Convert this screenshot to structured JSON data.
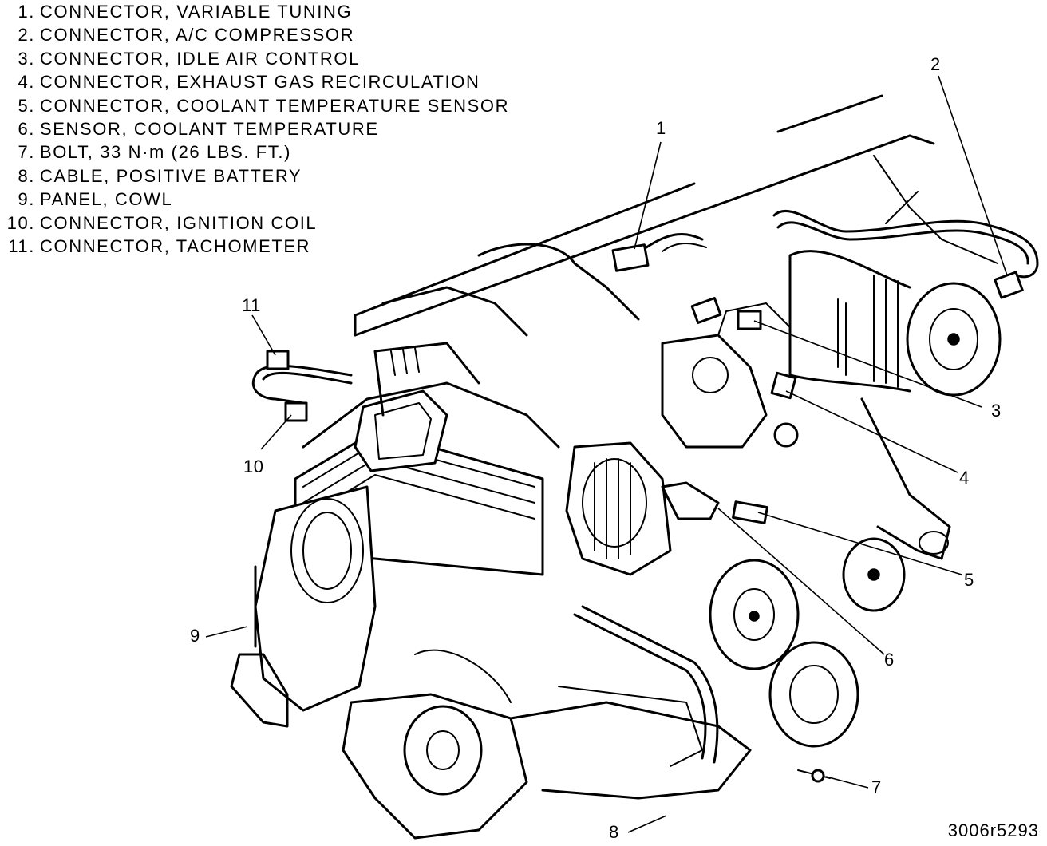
{
  "legend": [
    {
      "num": "1.",
      "text": "CONNECTOR, VARIABLE TUNING"
    },
    {
      "num": "2.",
      "text": "CONNECTOR, A/C COMPRESSOR"
    },
    {
      "num": "3.",
      "text": "CONNECTOR, IDLE AIR CONTROL"
    },
    {
      "num": "4.",
      "text": "CONNECTOR, EXHAUST GAS RECIRCULATION"
    },
    {
      "num": "5.",
      "text": "CONNECTOR, COOLANT TEMPERATURE SENSOR"
    },
    {
      "num": "6.",
      "text": "SENSOR, COOLANT TEMPERATURE"
    },
    {
      "num": "7.",
      "text": "BOLT, 33 N·m (26 LBS. FT.)"
    },
    {
      "num": "8.",
      "text": "CABLE, POSITIVE BATTERY"
    },
    {
      "num": "9.",
      "text": "PANEL, COWL"
    },
    {
      "num": "10.",
      "text": "CONNECTOR, IGNITION COIL"
    },
    {
      "num": "11.",
      "text": "CONNECTOR, TACHOMETER"
    }
  ],
  "callouts": {
    "c1": "1",
    "c2": "2",
    "c3": "3",
    "c4": "4",
    "c5": "5",
    "c6": "6",
    "c7": "7",
    "c8": "8",
    "c9": "9",
    "c10": "10",
    "c11": "11"
  },
  "figure_code": "3006r5293"
}
